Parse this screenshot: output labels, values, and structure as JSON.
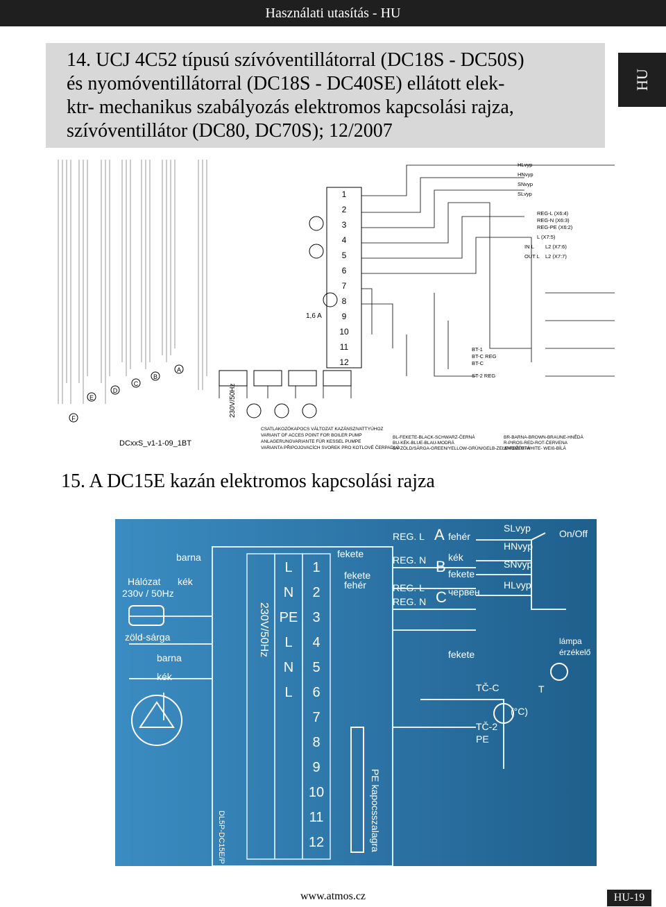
{
  "header": {
    "title": "Használati utasítás - HU"
  },
  "section14": {
    "lines": [
      "14. UCJ 4C52 típusú szívóventillátorral (DC18S - DC50S)",
      "és nyomóventillátorral (DC18S - DC40SE) ellátott elek-",
      "ktr- mechanikus szabályozás elektromos kapcsolási rajza,",
      "szívóventillátor (DC80, DC70S); 12/2007"
    ]
  },
  "language_tab": "HU",
  "diagram1": {
    "letters": [
      "A",
      "B",
      "C",
      "D",
      "E",
      "F"
    ],
    "terminal_numbers": [
      "1",
      "2",
      "3",
      "4",
      "5",
      "6",
      "7",
      "8",
      "9",
      "10",
      "11",
      "12"
    ],
    "supply_label": "230V/50Hz",
    "fuse_label": "1,6 A",
    "side_labels": [
      "BT-1",
      "BT-C REG",
      "BT-C",
      "ST-2 REG"
    ],
    "right_labels": [
      "HLvyp",
      "HNvyp",
      "SNvyp",
      "SLvyp",
      "REG-L  (X6:4)",
      "REG-N  (X6:3)",
      "REG-PE  (X6:2)",
      "L (X7:5)",
      "IN L",
      "L2 (X7:6)",
      "OUT L",
      "L2 (X7:7)"
    ],
    "code": "DCxxS_v1-1-09_1BT",
    "variant_text": [
      "CSATLAKOZÓKAPOCS VÁLTOZAT KAZÁNSZIVATTYÚHOZ",
      "VARIANT OF ACCES POINT FOR BOILER PUMP",
      "ANLAGERUNGVARIANTE FÜR KESSEL PUMPE",
      "VARIANTA PŘIPOJOVACÍCH SVOREK PRO KOTLOVÉ ČERPADLO"
    ],
    "color_legend": [
      "BL-FEKETE-BLACK-SCHWARZ-ČERNÁ",
      "BU-KÉK-BLUE-BLAU-MODRÁ",
      "GY-ZÖLD/SÁRGA-GREEN/YELLOW-GRÜN/GELB-ZELENO/ŽLUTÁ",
      "BR-BARNA-BROWN-BRAUNE-HNĚDÁ",
      "R-PIROS-RED-ROT-ČERVENA",
      "W-FEHÉR-WHITE- WEIß-BÍLÁ"
    ]
  },
  "section15": {
    "title": "15. A DC15E kazán elektromos kapcsolási rajza"
  },
  "diagram2": {
    "labels": {
      "mains": "Hálózat",
      "mains_spec": "230v / 50Hz",
      "barna": "barna",
      "kek": "kék",
      "zold_sarga": "zöld-sárga",
      "fekete": "fekete",
      "feher": "fehér",
      "reg_l": "REG. L",
      "reg_n": "REG. N",
      "letter_a": "A",
      "letter_b": "B",
      "letter_c": "C",
      "sl": "SLvyp",
      "hn": "HNvyp",
      "sn": "SNvyp",
      "hl": "HLvyp",
      "cerveny": "червен",
      "onoff": "On/Off",
      "tc_c": "TČ-C",
      "tc_2": "TČ-2",
      "pe": "PE",
      "temp": "(°C)",
      "pe_kapcs": "PE kapocsszalagra",
      "relay": "230V/50Hz",
      "model": "DL5P-DC15E/P",
      "lamp": "lámpa",
      "sens": "érzékelő",
      "fuse": "T"
    },
    "terminals": [
      "1",
      "2",
      "3",
      "4",
      "5",
      "6",
      "7",
      "8",
      "9",
      "10",
      "11",
      "12"
    ],
    "left_terminals": [
      "L",
      "N",
      "PE",
      "L",
      "N",
      "L"
    ]
  },
  "footer": {
    "url": "www.atmos.cz",
    "page": "HU-19"
  }
}
